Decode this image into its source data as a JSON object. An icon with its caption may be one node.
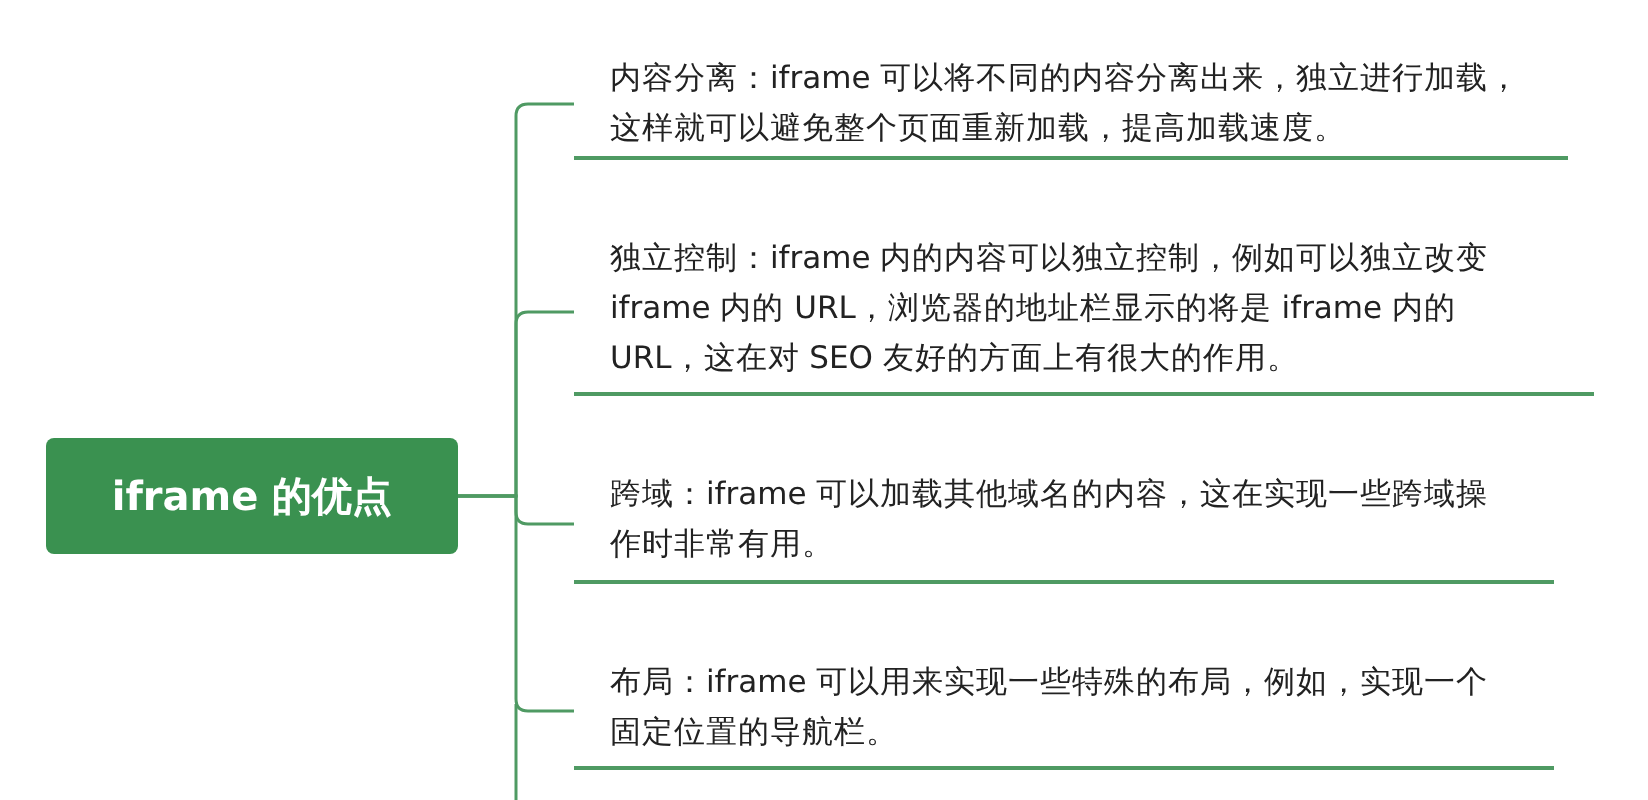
{
  "diagram": {
    "nodes": [
      {
        "text": [
          "iframe 的优点"
        ]
      },
      {
        "text": [
          "内容分离：iframe 可以将不同的内容分离出来，独立进行加载，这样就可以避免整个页面重新加载，提高加载速度。"
        ]
      },
      {
        "text": [
          "独立控制：iframe 内的内容可以独立控制，例如可以独立改变 iframe 内的 URL，浏览器的地址栏显示的将是 iframe 内的 URL，这在对 SEO 友好的方面上有很大的作用。"
        ]
      },
      {
        "text": [
          "跨域：iframe 可以加载其他域名的内容，这在实现一些跨域操作时非常有用。"
        ]
      },
      {
        "text": [
          "布局：iframe 可以用来实现一些特殊的布局，例如，实现一个固定位置的导航栏。"
        ]
      }
    ],
    "edges": [
      {
        "from": 0,
        "to": 1,
        "arrow": "none"
      },
      {
        "from": 0,
        "to": 2,
        "arrow": "none"
      },
      {
        "from": 0,
        "to": 3,
        "arrow": "none"
      },
      {
        "from": 0,
        "to": 4,
        "arrow": "none"
      }
    ]
  }
}
